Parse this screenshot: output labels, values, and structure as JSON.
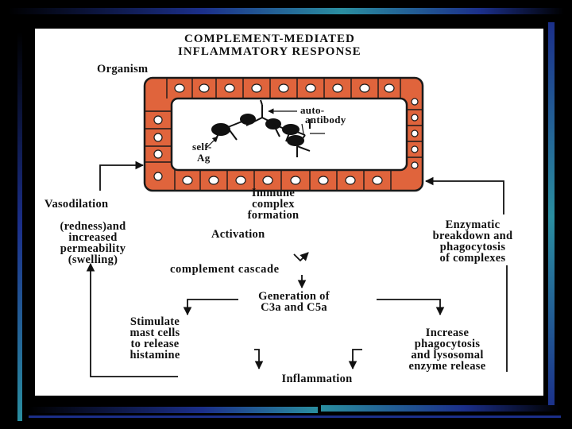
{
  "diagram": {
    "title": [
      "COMPLEMENT-MEDIATED",
      "INFLAMMATORY RESPONSE"
    ],
    "organism": "Organism",
    "autoantibody": [
      "auto-",
      "antibody"
    ],
    "self_ag": [
      "self-",
      "Ag"
    ],
    "immune_complex": [
      "Immune",
      "complex",
      "formation"
    ],
    "activation": "Activation",
    "vasodilation": "Vasodilation",
    "redness": [
      "(redness)and",
      "increased",
      "permeability",
      "(swelling)"
    ],
    "enzymatic": [
      "Enzymatic",
      "breakdown and",
      "phagocytosis",
      "of complexes"
    ],
    "complement_cascade": "complement cascade",
    "generation": [
      "Generation of",
      "C3a and C5a"
    ],
    "stimulate": [
      "Stimulate",
      "mast cells",
      "to release",
      "histamine"
    ],
    "increase": [
      "Increase",
      "phagocytosis",
      "and lysosomal",
      "enzyme release"
    ],
    "inflammation": "Inflammation"
  },
  "colors": {
    "background": "#000000",
    "slide": "#ffffff",
    "cell_fill": "#e0643c",
    "cell_outline": "#1a1a1a",
    "accent_blue": "#1a3a9a",
    "accent_teal": "#2a8a9a"
  }
}
